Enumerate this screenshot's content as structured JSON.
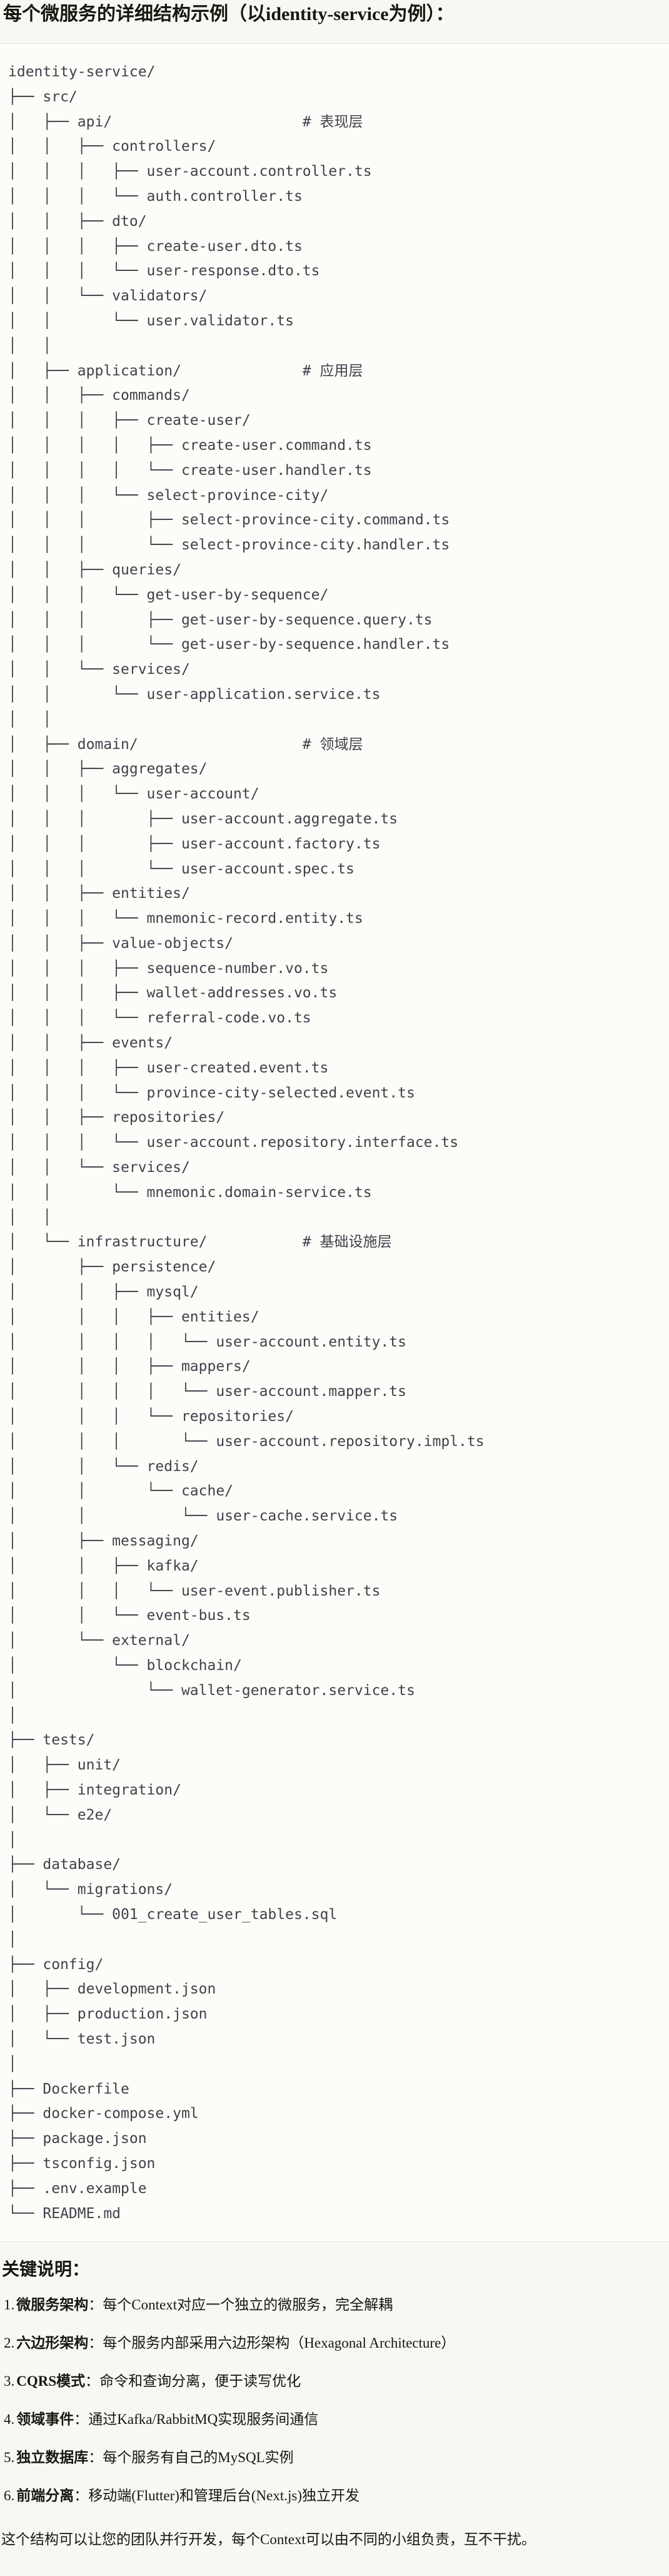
{
  "page": {
    "title": "每个微服务的详细结构示例（以identity-service为例）：",
    "section_heading": "关键说明：",
    "closing_paragraph": "这个结构可以让您的团队并行开发，每个Context可以由不同的小组负责，互不干扰。"
  },
  "colors": {
    "page_background": "#F9F7F2",
    "code_block_background": "#FDFCF9",
    "code_block_border": "#E5E3DC",
    "code_text": "#3E4249",
    "body_text": "#17160f"
  },
  "code_block": {
    "root": "identity-service/",
    "layer_comments": [
      "# 表现层",
      "# 应用层",
      "# 领域层",
      "# 基础设施层"
    ],
    "lines": [
      "identity-service/",
      "├── src/",
      "│   ├── api/                      # 表现层",
      "│   │   ├── controllers/",
      "│   │   │   ├── user-account.controller.ts",
      "│   │   │   └── auth.controller.ts",
      "│   │   ├── dto/",
      "│   │   │   ├── create-user.dto.ts",
      "│   │   │   └── user-response.dto.ts",
      "│   │   └── validators/",
      "│   │       └── user.validator.ts",
      "│   │",
      "│   ├── application/              # 应用层",
      "│   │   ├── commands/",
      "│   │   │   ├── create-user/",
      "│   │   │   │   ├── create-user.command.ts",
      "│   │   │   │   └── create-user.handler.ts",
      "│   │   │   └── select-province-city/",
      "│   │   │       ├── select-province-city.command.ts",
      "│   │   │       └── select-province-city.handler.ts",
      "│   │   ├── queries/",
      "│   │   │   └── get-user-by-sequence/",
      "│   │   │       ├── get-user-by-sequence.query.ts",
      "│   │   │       └── get-user-by-sequence.handler.ts",
      "│   │   └── services/",
      "│   │       └── user-application.service.ts",
      "│   │",
      "│   ├── domain/                   # 领域层",
      "│   │   ├── aggregates/",
      "│   │   │   └── user-account/",
      "│   │   │       ├── user-account.aggregate.ts",
      "│   │   │       ├── user-account.factory.ts",
      "│   │   │       └── user-account.spec.ts",
      "│   │   ├── entities/",
      "│   │   │   └── mnemonic-record.entity.ts",
      "│   │   ├── value-objects/",
      "│   │   │   ├── sequence-number.vo.ts",
      "│   │   │   ├── wallet-addresses.vo.ts",
      "│   │   │   └── referral-code.vo.ts",
      "│   │   ├── events/",
      "│   │   │   ├── user-created.event.ts",
      "│   │   │   └── province-city-selected.event.ts",
      "│   │   ├── repositories/",
      "│   │   │   └── user-account.repository.interface.ts",
      "│   │   └── services/",
      "│   │       └── mnemonic.domain-service.ts",
      "│   │",
      "│   └── infrastructure/           # 基础设施层",
      "│       ├── persistence/",
      "│       │   ├── mysql/",
      "│       │   │   ├── entities/",
      "│       │   │   │   └── user-account.entity.ts",
      "│       │   │   ├── mappers/",
      "│       │   │   │   └── user-account.mapper.ts",
      "│       │   │   └── repositories/",
      "│       │   │       └── user-account.repository.impl.ts",
      "│       │   └── redis/",
      "│       │       └── cache/",
      "│       │           └── user-cache.service.ts",
      "│       ├── messaging/",
      "│       │   ├── kafka/",
      "│       │   │   └── user-event.publisher.ts",
      "│       │   └── event-bus.ts",
      "│       └── external/",
      "│           └── blockchain/",
      "│               └── wallet-generator.service.ts",
      "│",
      "├── tests/",
      "│   ├── unit/",
      "│   ├── integration/",
      "│   └── e2e/",
      "│",
      "├── database/",
      "│   └── migrations/",
      "│       └── 001_create_user_tables.sql",
      "│",
      "├── config/",
      "│   ├── development.json",
      "│   ├── production.json",
      "│   └── test.json",
      "│",
      "├── Dockerfile",
      "├── docker-compose.yml",
      "├── package.json",
      "├── tsconfig.json",
      "├── .env.example",
      "└── README.md"
    ]
  },
  "key_points": [
    {
      "num": "1.",
      "label": "微服务架构",
      "colon": "：",
      "text": "每个Context对应一个独立的微服务，完全解耦"
    },
    {
      "num": "2.",
      "label": "六边形架构",
      "colon": "：",
      "text": "每个服务内部采用六边形架构（Hexagonal Architecture）"
    },
    {
      "num": "3.",
      "label": "CQRS模式",
      "colon": "：",
      "text": "命令和查询分离，便于读写优化"
    },
    {
      "num": "4.",
      "label": "领域事件",
      "colon": "：",
      "text": "通过Kafka/RabbitMQ实现服务间通信"
    },
    {
      "num": "5.",
      "label": "独立数据库",
      "colon": "：",
      "text": "每个服务有自己的MySQL实例"
    },
    {
      "num": "6.",
      "label": "前端分离",
      "colon": "：",
      "text": "移动端(Flutter)和管理后台(Next.js)独立开发"
    }
  ]
}
